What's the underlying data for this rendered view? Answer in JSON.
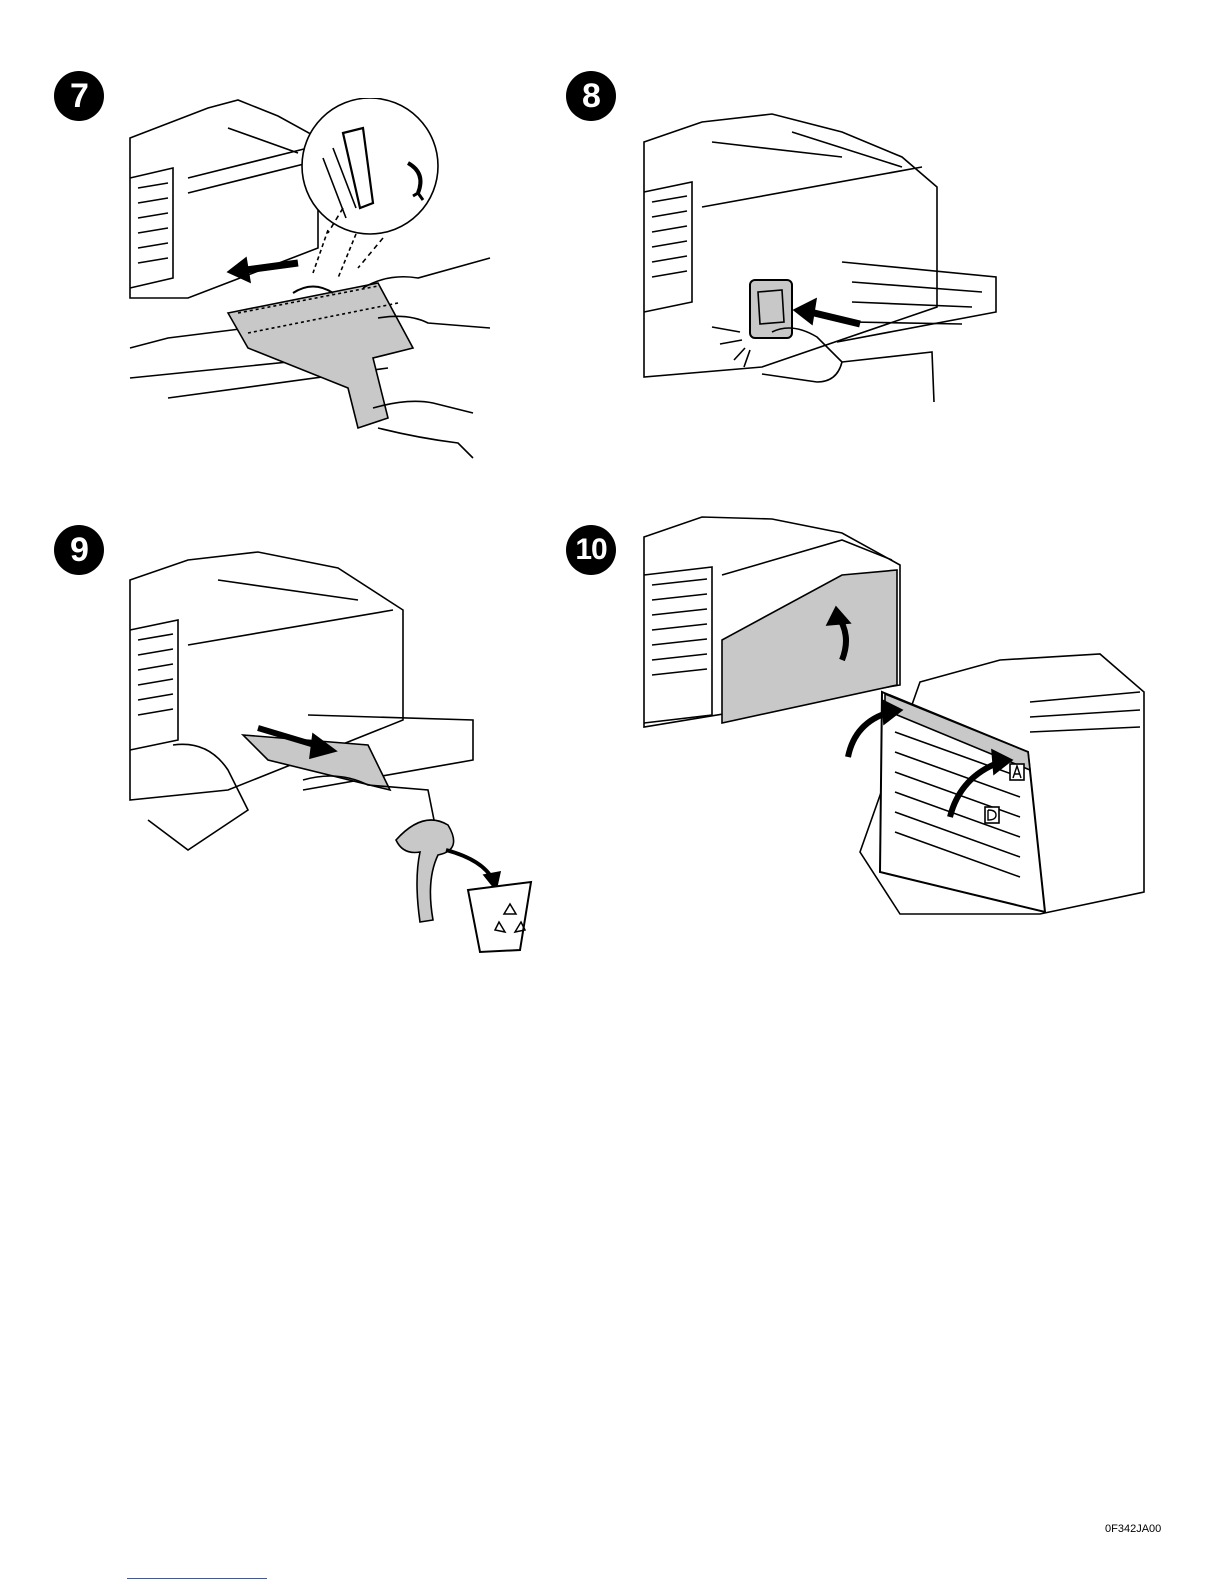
{
  "steps": [
    {
      "number": "7"
    },
    {
      "number": "8"
    },
    {
      "number": "9"
    },
    {
      "number": "10"
    }
  ],
  "footer": {
    "code": "0F342JA00"
  },
  "colors": {
    "ink": "#000000",
    "shade": "#c8c8c8",
    "paper": "#ffffff",
    "link": "#3355cc"
  },
  "icons": [
    "arrow-icon",
    "curved-arrow-icon",
    "recycle-bin-icon"
  ]
}
